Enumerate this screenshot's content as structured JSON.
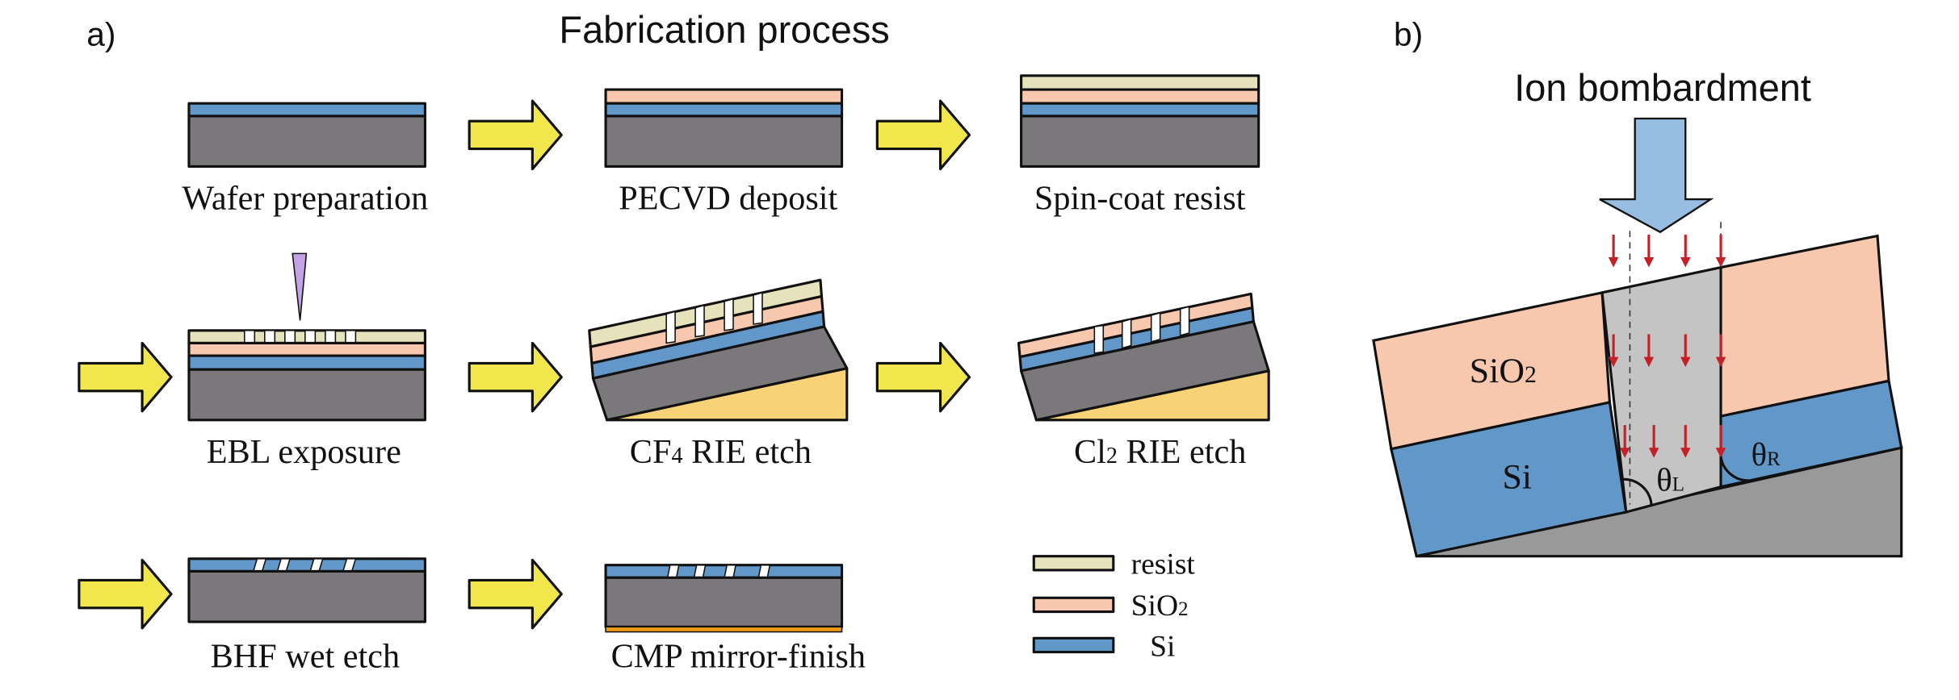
{
  "panel_a": {
    "label": "a)",
    "title": "Fabrication process",
    "steps": [
      {
        "label": "Wafer preparation"
      },
      {
        "label": "PECVD deposit"
      },
      {
        "label": "Spin-coat resist"
      },
      {
        "label": "EBL exposure"
      },
      {
        "label": "CF",
        "label_sub": "4",
        "label_rest": " RIE etch"
      },
      {
        "label": "Cl",
        "label_sub": "2",
        "label_rest": " RIE etch"
      },
      {
        "label": "BHF wet etch"
      },
      {
        "label": "CMP mirror-finish"
      }
    ],
    "legend": [
      {
        "label": "resist",
        "color": "#e6e2bb"
      },
      {
        "label": "SiO",
        "sub": "2",
        "color": "#f7c8ad"
      },
      {
        "label": "Si",
        "color": "#6298c9"
      }
    ]
  },
  "panel_b": {
    "label": "b)",
    "title": "Ion bombardment",
    "region_sio2": "SiO",
    "region_sio2_sub": "2",
    "region_si": "Si",
    "angle_left": "θ",
    "angle_left_sub": "L",
    "angle_right": "θ",
    "angle_right_sub": "R"
  },
  "colors": {
    "resist": "#e6e2bb",
    "sio2": "#f7c8ad",
    "si": "#6298c9",
    "substrate": "#7a787a",
    "wedge": "#f8d277",
    "arrow": "#f1e64b",
    "ebeam": "#c3a3e6",
    "ion_arrow": "#98bde3",
    "ion_small": "#c42026",
    "trench": "#c4c4c4",
    "stage": "#999999",
    "cmp_layer": "#f39c12"
  }
}
